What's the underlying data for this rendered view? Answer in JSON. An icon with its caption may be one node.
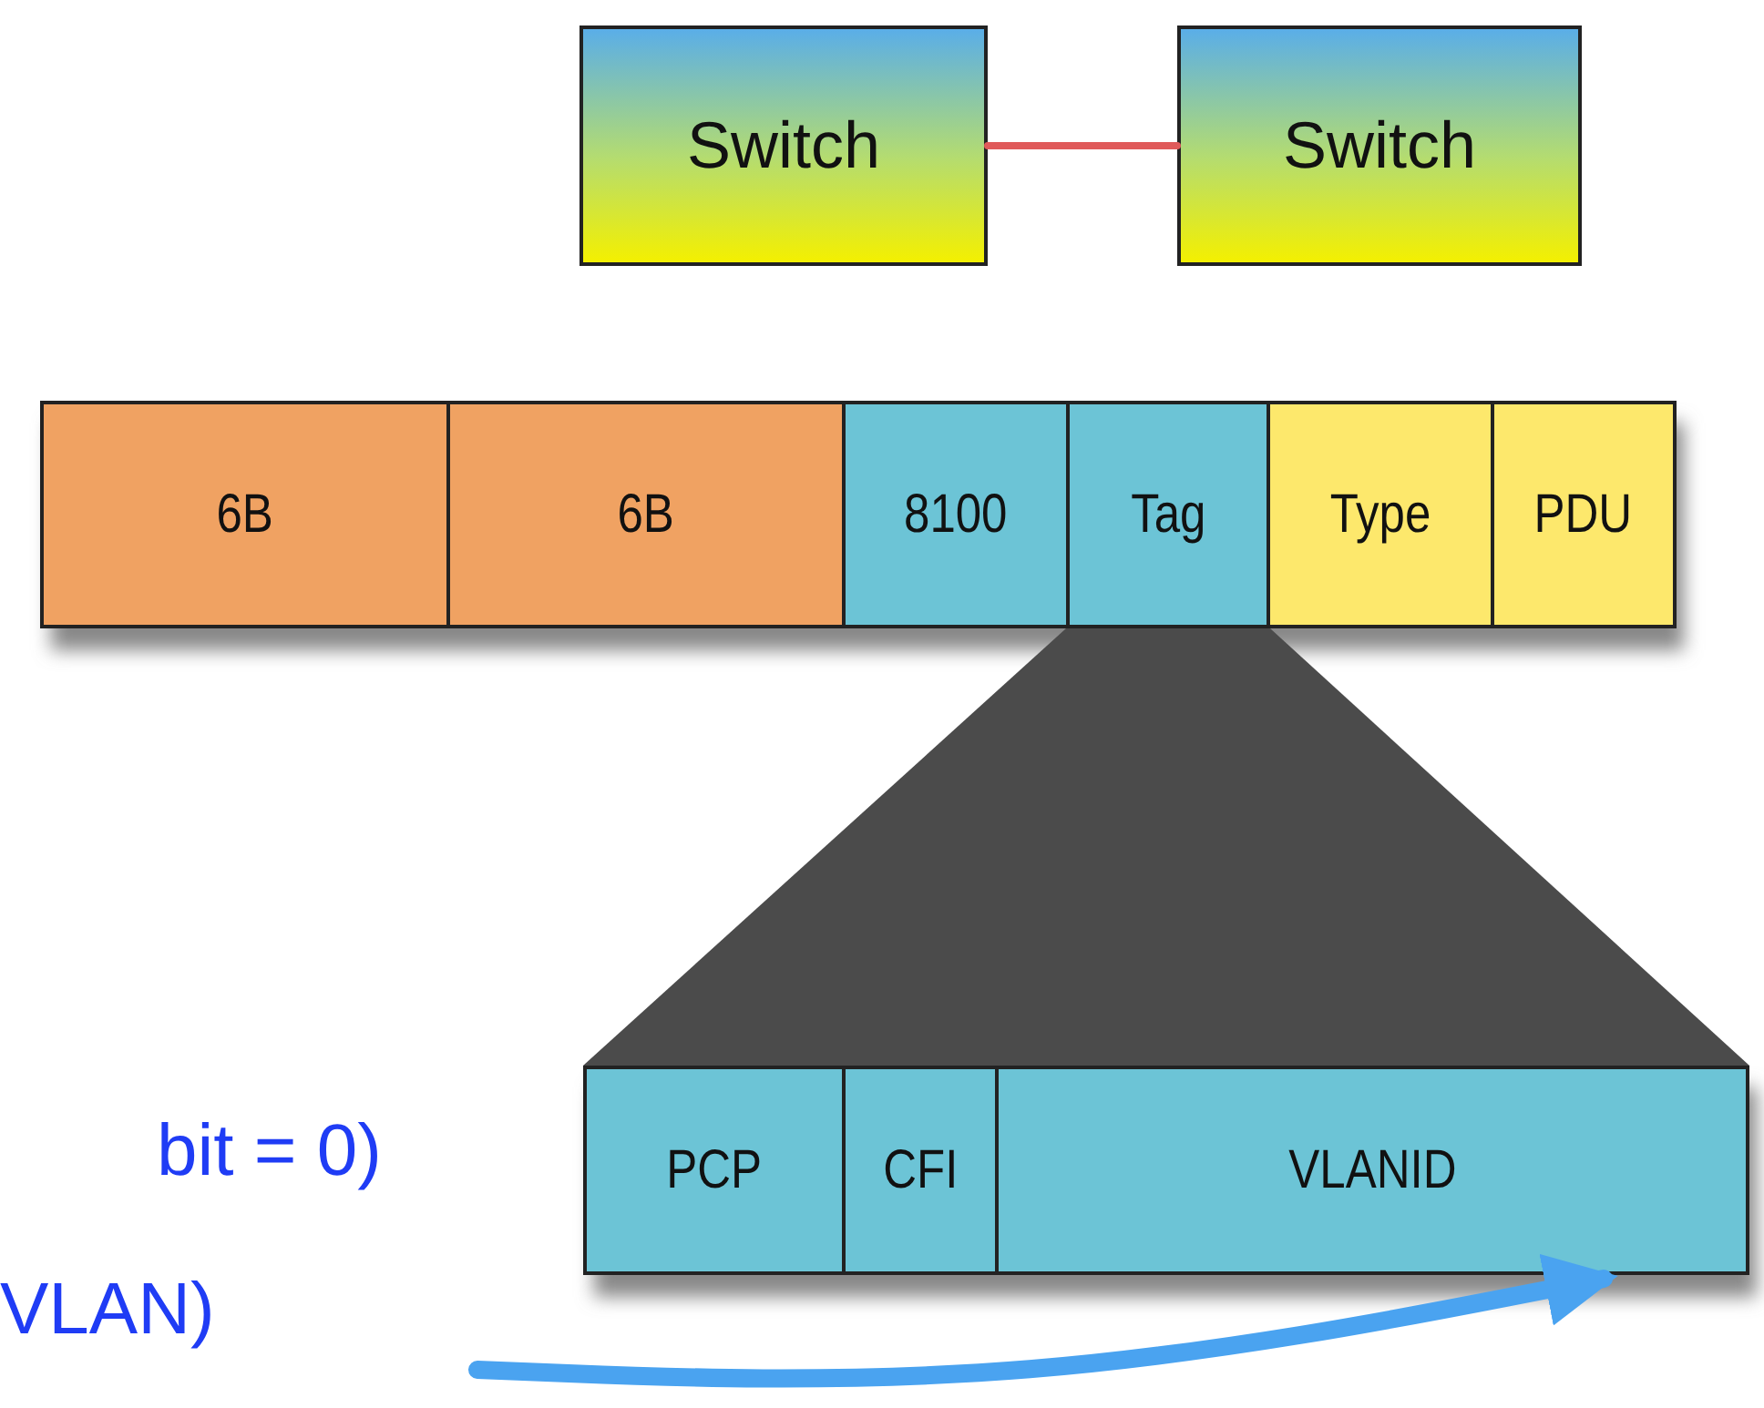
{
  "diagram": {
    "nodes": [
      {
        "text": [
          "Switch"
        ]
      },
      {
        "text": [
          "Switch"
        ]
      },
      {
        "text": [
          "6B"
        ]
      },
      {
        "text": [
          "6B"
        ]
      },
      {
        "text": [
          "8100"
        ]
      },
      {
        "text": [
          "Tag"
        ]
      },
      {
        "text": [
          "Type"
        ]
      },
      {
        "text": [
          "PDU"
        ]
      },
      {
        "text": [
          "PCP"
        ]
      },
      {
        "text": [
          "CFI"
        ]
      },
      {
        "text": [
          "VLANID"
        ]
      },
      {
        "text": [
          "VLAN)"
        ]
      },
      {
        "text": [],
        "shape": "trapezoid"
      }
    ],
    "edges": [
      {
        "from": 0,
        "to": 1,
        "arrow": "none",
        "color": "#e05a5a"
      },
      {
        "from": null,
        "to": 10,
        "arrow": "to",
        "style": "thick",
        "color": "#4aa3f0"
      }
    ],
    "labels": [
      "bit = 0)"
    ]
  }
}
